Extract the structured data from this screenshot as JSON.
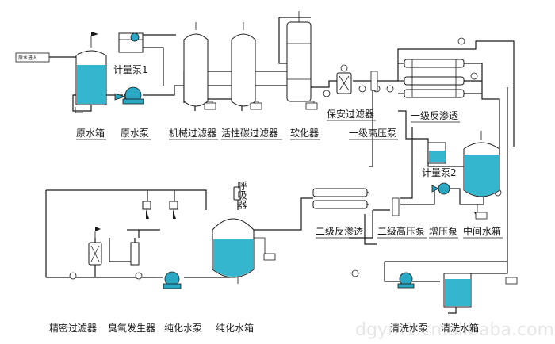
{
  "labels": {
    "raw_water_inlet": "原水进入",
    "raw_tank": "原水箱",
    "raw_pump": "原水泵",
    "metering_pump_1": "计量泵1",
    "mechanical_filter": "机械过滤器",
    "carbon_filter": "活性碳过滤器",
    "softener": "软化器",
    "safety_filter": "保安过滤器",
    "hp_pump_1": "一级高压泵",
    "ro_1": "一级反渗透",
    "metering_pump_2": "计量泵2",
    "ro_2": "二级反渗透",
    "hp_pump_2": "二级高压泵",
    "booster_pump": "增压泵",
    "mid_tank": "中间水箱",
    "breather": "呼吸器",
    "precision_filter": "精密过滤器",
    "ozone_generator": "臭氧发生器",
    "pure_pump": "纯化水泵",
    "pure_tank": "纯化水箱",
    "cleaning_pump": "清洗水泵",
    "cleaning_tank": "清洗水箱",
    "watermark": "dgym1.cn.alibaba.com"
  },
  "colors": {
    "water": "#34b6cf",
    "line": "#1a1a1a",
    "watermark": "#e6e6e6"
  }
}
